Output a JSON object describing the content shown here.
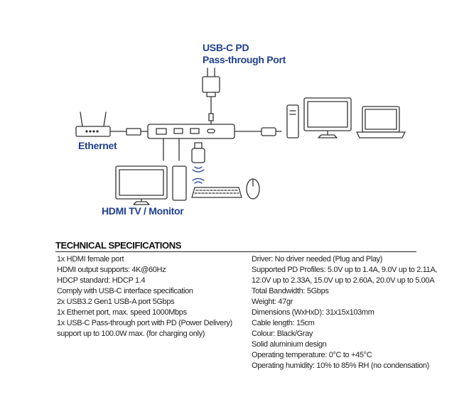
{
  "labels": {
    "pd_line1": "USB-C PD",
    "pd_line2": "Pass-through Port",
    "ethernet": "Ethernet",
    "hdmi": "HDMI TV / Monitor"
  },
  "icons": [
    "ac-adapter-icon",
    "hub-icon",
    "router-icon",
    "usb-cable-icon",
    "pc-tower-icon",
    "monitor-icon",
    "laptop-icon",
    "tv-icon",
    "phone-icon",
    "keyboard-icon",
    "mouse-icon",
    "usb-drive-icon",
    "wireless-signal-icon"
  ],
  "colors": {
    "accent": "#1f3f8f",
    "line": "#333333"
  },
  "specs": {
    "title": "TECHNICAL SPECIFICATIONS",
    "left": [
      "1x HDMI female port",
      "HDMI output supports: 4K@60Hz",
      "HDCP standard: HDCP 1.4",
      "Comply with USB-C interface specification",
      "2x USB3.2 Gen1 USB-A port 5Gbps",
      "1x Ethernet port, max. speed 1000Mbps",
      "1x USB-C Pass-through port with PD (Power Delivery)",
      "support up to 100.0W max. (for charging only)"
    ],
    "right": [
      "Driver: No driver needed (Plug and Play)",
      "Supported PD Profiles: 5.0V up to 1.4A, 9.0V up to 2.11A,",
      "12.0V up to 2.33A, 15.0V up to 2.60A, 20.0V up to 5.00A",
      "Total Bandwidth: 5Gbps",
      "Weight: 47gr",
      "Dimensions (WxHxD): 31x15x103mm",
      "Cable length: 15cm",
      "Colour: Black/Gray",
      "Solid aluminium design",
      "Operating temperature: 0°C to +45°C",
      "Operating humidity: 10% to 85% RH (no condensation)"
    ]
  }
}
